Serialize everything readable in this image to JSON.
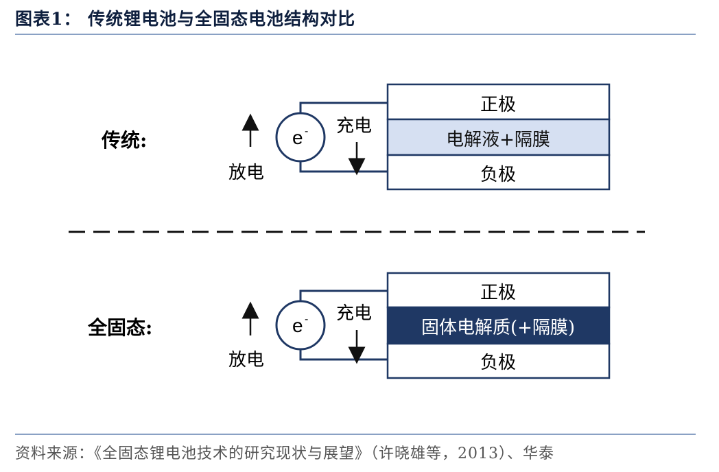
{
  "header": {
    "title": "图表1： 传统锂电池与全固态电池结构对比"
  },
  "diagrams": [
    {
      "label": "传统:",
      "discharge_label": "放电",
      "charge_label": "充电",
      "electron_label": "e",
      "electron_sup": "-",
      "layers": [
        "正极",
        "电解液+隔膜",
        "负极"
      ],
      "middle_fill": "#d6e0f2",
      "middle_text_color": "#111111"
    },
    {
      "label": "全固态:",
      "discharge_label": "放电",
      "charge_label": "充电",
      "electron_label": "e",
      "electron_sup": "-",
      "layers": [
        "正极",
        "固体电解质(+隔膜)",
        "负极"
      ],
      "middle_fill": "#1f3864",
      "middle_text_color": "#ffffff"
    }
  ],
  "footer": {
    "source": "资料来源：《全固态锂电池技术的研究现状与展望》（许晓雄等，2013）、华泰"
  },
  "colors": {
    "navy": "#1f3864",
    "rule": "#8aa1c4"
  }
}
